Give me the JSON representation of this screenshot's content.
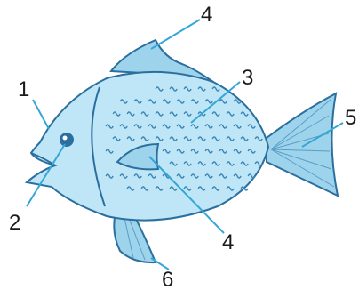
{
  "diagram": {
    "labels": {
      "head": "1",
      "eye": "2",
      "scales": "3",
      "dorsal_fin": "4",
      "pectoral_fin": "4",
      "tail_fin": "5",
      "pelvic_fin": "6"
    }
  },
  "colors": {
    "body_fill": "#bfe6f6",
    "body_outline": "#2b6f9e",
    "fin_fill": "#9ed3ec",
    "scale_mark": "#3d87b8",
    "leader_line": "#35a7d6",
    "eye": "#2b6f9e"
  }
}
